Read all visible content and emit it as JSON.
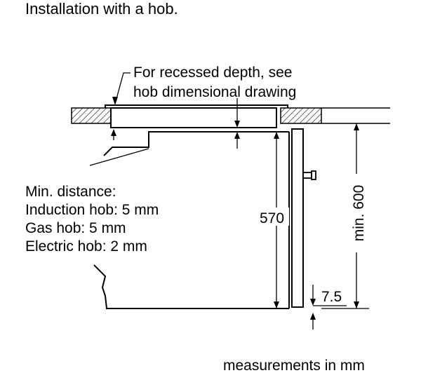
{
  "title": "Installation with a hob.",
  "callout": {
    "line1": "For recessed depth, see",
    "line2": "hob dimensional drawing"
  },
  "min_distance": {
    "heading": "Min. distance:",
    "items": [
      "Induction hob: 5 mm",
      "Gas hob: 5 mm",
      "Electric hob: 2 mm"
    ]
  },
  "dimensions": {
    "height": "570",
    "min_height": "min. 600",
    "gap": "7.5"
  },
  "footer": "measurements in mm"
}
